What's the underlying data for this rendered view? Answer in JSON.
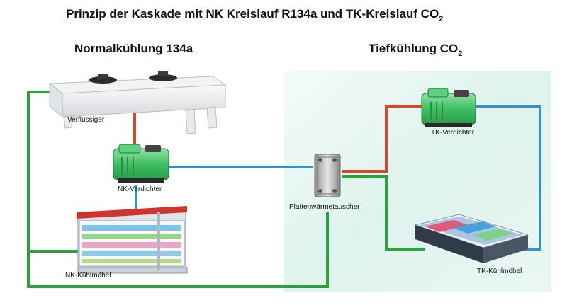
{
  "title": {
    "main": "Prinzip der Kaskade mit NK Kreislauf R134a und TK-Kreislauf CO",
    "subscript": "2"
  },
  "sections": {
    "normal": {
      "heading": "Normalkühlung 134a"
    },
    "low": {
      "heading": "Tiefkühlung CO",
      "subscript": "2"
    }
  },
  "labels": {
    "condenser": "Verflüssiger",
    "nk_compressor": "NK-Verdichter",
    "nk_cabinet": "NK-Kühlmöbel",
    "heat_exchanger": "Plattenwärmetauscher",
    "tk_compressor": "TK-Verdichter",
    "tk_cabinet": "TK-Kühlmöbel"
  },
  "colors": {
    "hot_line": "#d9472b",
    "cold_line": "#3a8fc9",
    "liquid_line": "#2aa33a",
    "compressor": "#4cc86c",
    "low_temp_panel": "#e6f6f2"
  }
}
